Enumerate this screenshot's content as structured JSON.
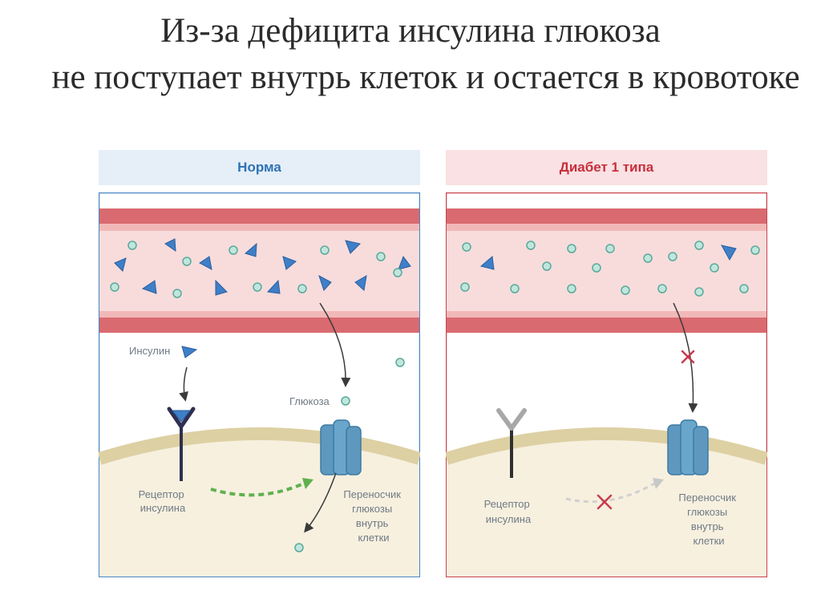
{
  "title": {
    "line1": "Из-за дефицита инсулина глюкоза",
    "line2": "не поступает внутрь клеток и остается в кровотоке"
  },
  "panels": {
    "normal": {
      "header": "Норма",
      "insulin_label": "Инсулин",
      "glucose_label": "Глюкоза",
      "receptor_label": [
        "Рецептор",
        "инсулина"
      ],
      "transporter_label": [
        "Переносчик",
        "глюкозы",
        "внутрь",
        "клетки"
      ]
    },
    "diabetes": {
      "header": "Диабет 1 типа",
      "receptor_label": [
        "Рецептор",
        "инсулина"
      ],
      "transporter_label": [
        "Переносчик",
        "глюкозы",
        "внутрь",
        "клетки"
      ]
    }
  },
  "colors": {
    "normal_accent": "#2f72b4",
    "diabetes_accent": "#c62f3c",
    "vessel_wall": "#d96a70",
    "vessel_lumen": "#f8dcdc",
    "membrane": "#ddd0a3",
    "cytoplasm": "#f7f0df",
    "insulin": "#3f7fc8",
    "glucose": "#9fd7cc",
    "transporter": "#5e98bf"
  }
}
